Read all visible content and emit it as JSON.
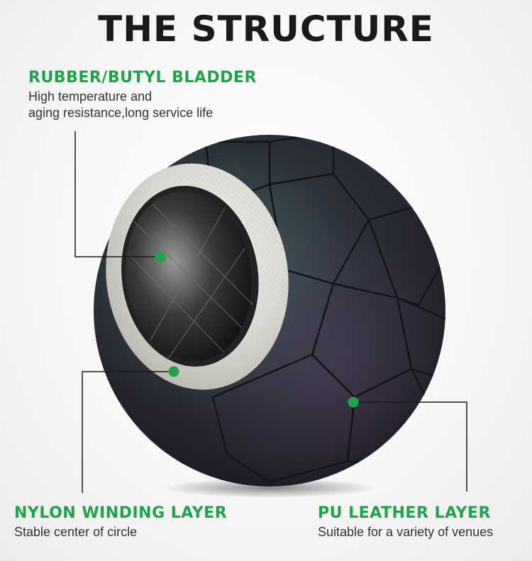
{
  "title": "THE STRUCTURE",
  "accent_color": "#1fa34a",
  "callouts": {
    "bladder": {
      "heading": "RUBBER/BUTYL BLADDER",
      "desc_line1": "High temperature and",
      "desc_line2": "aging resistance,long service life"
    },
    "nylon": {
      "heading": "NYLON WINDING LAYER",
      "desc": "Stable center of circle"
    },
    "pu": {
      "heading": "PU LEATHER LAYER",
      "desc": "Suitable for a variety of venues"
    }
  }
}
